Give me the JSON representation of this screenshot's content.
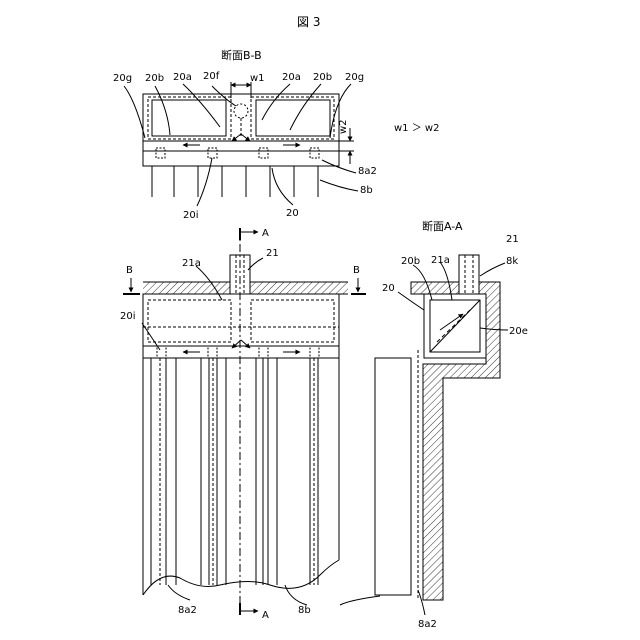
{
  "figure": {
    "title": "図 3"
  },
  "sections": {
    "bb": "断面B-B",
    "aa": "断面A-A",
    "relation": "w1 ＞ w2"
  },
  "labels": {
    "g20_left": "20g",
    "b20_left": "20b",
    "a20_left": "20a",
    "f20": "20f",
    "w1": "w1",
    "a20_right": "20a",
    "b20_right": "20b",
    "g20_right": "20g",
    "w2": "w2",
    "a82_top": "8a2",
    "b8_top": "8b",
    "i20_top": "20i",
    "n20_top": "20",
    "A_top": "A",
    "n21": "21",
    "a21": "21a",
    "B_left": "B",
    "B_right": "B",
    "i20_front": "20i",
    "a82_bottom": "8a2",
    "b8_bottom": "8b",
    "A_bottom": "A",
    "n21_side": "21",
    "b20_side": "20b",
    "a21_side": "21a",
    "k8": "8k",
    "n20_side": "20",
    "e20": "20e",
    "a82_side": "8a2"
  }
}
